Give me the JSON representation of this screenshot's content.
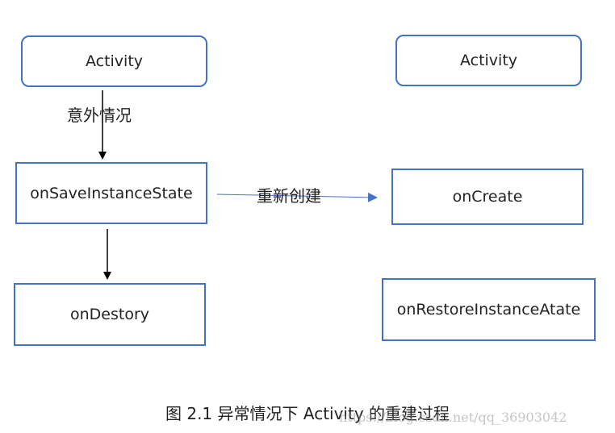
{
  "colors": {
    "box_border": "#4472c4",
    "connector_blue": "#4472c4",
    "arrow_black": "#000000",
    "text": "#222222"
  },
  "nodes": {
    "activity_left": "Activity",
    "activity_right": "Activity",
    "on_save_instance_state": "onSaveInstanceState",
    "on_destory": "onDestory",
    "on_create": "onCreate",
    "on_restore_instance_atate": "onRestoreInstanceAtate"
  },
  "edge_labels": {
    "unexpected": "意外情况",
    "recreate": "重新创建"
  },
  "caption": "图 2.1 异常情况下 Activity 的重建过程",
  "watermark": "https://blog.csdn.net/qq_36903042"
}
